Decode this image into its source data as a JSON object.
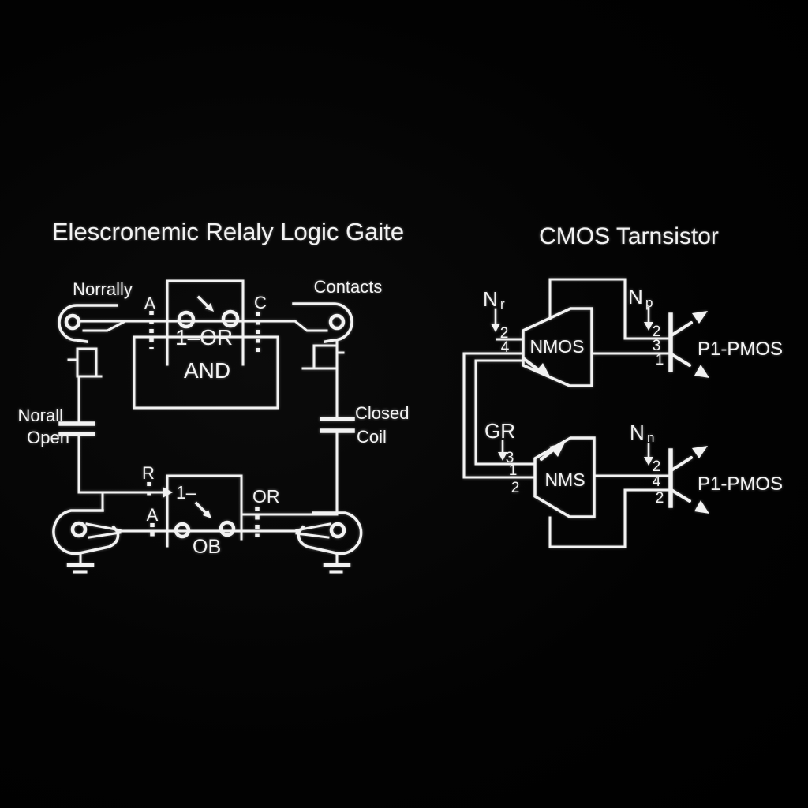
{
  "scene": {
    "background": "#000000",
    "line_color": "#f2f2f2"
  },
  "left": {
    "title": "Elescronemic Relaly Logic Gaite",
    "normally": "Norrally",
    "contacts": "Contacts",
    "a_top": "A",
    "c_top": "C",
    "one_or": "1–OR",
    "and_label": "AND",
    "norall": "Norall",
    "open_label": "Open",
    "closed": "Closed",
    "coil": "Coil",
    "r_label": "R",
    "one_dash": "1–",
    "a_bottom": "A",
    "or_label": "OR",
    "ob_label": "OB"
  },
  "right": {
    "title": "CMOS Tarnsistor",
    "nmos_top": {
      "base": "N",
      "sub": "r",
      "pin_top": "2",
      "pin_mid": "4",
      "body": "NMOS"
    },
    "pmos_top": {
      "base": "N",
      "sub": "p",
      "pins": [
        "2",
        "3",
        "1"
      ],
      "name": "P1-PMOS"
    },
    "nmos_bottom": {
      "label": "GR",
      "pins": [
        "3",
        "1",
        "2"
      ],
      "body": "NMS"
    },
    "pmos_bottom": {
      "base": "N",
      "sub": "n",
      "pins": [
        "2",
        "4",
        "2"
      ],
      "name": "P1-PMOS"
    }
  }
}
